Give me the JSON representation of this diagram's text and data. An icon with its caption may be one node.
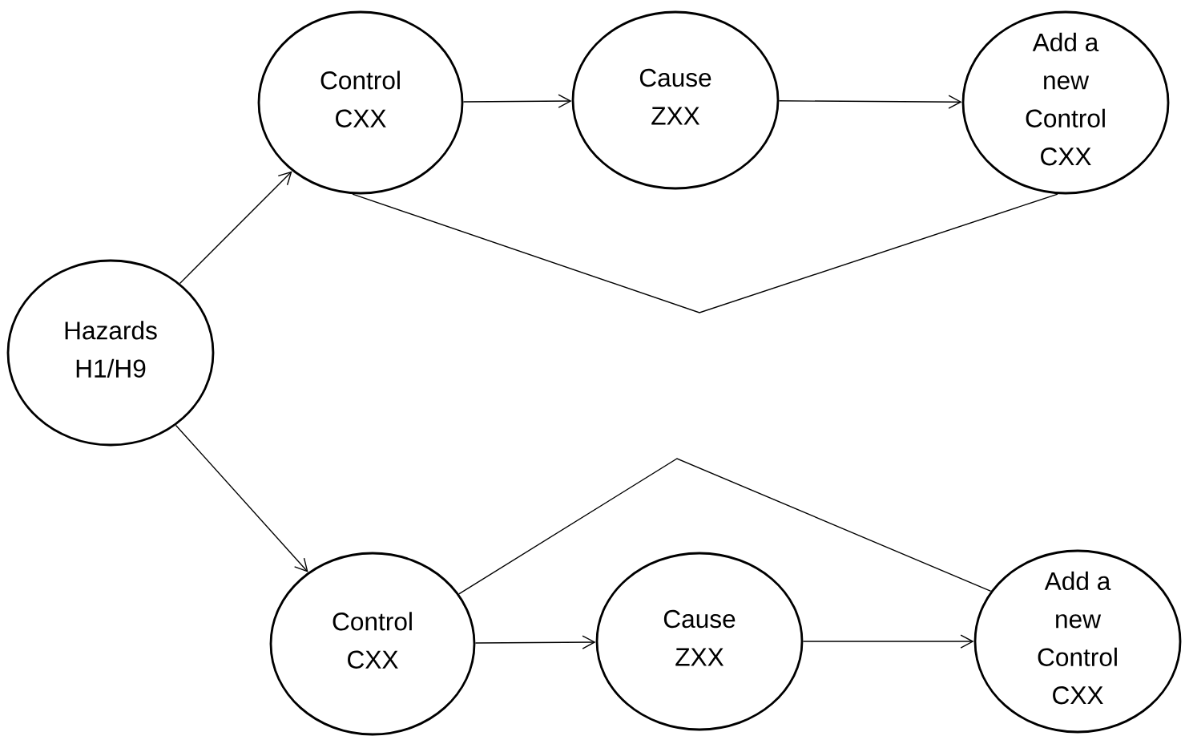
{
  "diagram": {
    "nodes": [
      {
        "text": [
          "Hazards H1/H9"
        ]
      },
      {
        "text": [
          "Control CXX"
        ]
      },
      {
        "text": [
          "Cause ZXX"
        ]
      },
      {
        "text": [
          "Add a new Control CXX"
        ]
      },
      {
        "text": [
          "Control CXX"
        ]
      },
      {
        "text": [
          "Cause ZXX"
        ]
      },
      {
        "text": [
          "Add a new Control CXX"
        ]
      }
    ],
    "edges": [
      {
        "from": 0,
        "to": 1,
        "arrow": "to"
      },
      {
        "from": 1,
        "to": 2,
        "arrow": "to"
      },
      {
        "from": 2,
        "to": 3,
        "arrow": "to"
      },
      {
        "from": 1,
        "to": 3,
        "arrow": "none"
      },
      {
        "from": 0,
        "to": 4,
        "arrow": "to"
      },
      {
        "from": 4,
        "to": 5,
        "arrow": "to"
      },
      {
        "from": 5,
        "to": 6,
        "arrow": "to"
      },
      {
        "from": 4,
        "to": 6,
        "arrow": "none"
      }
    ]
  }
}
